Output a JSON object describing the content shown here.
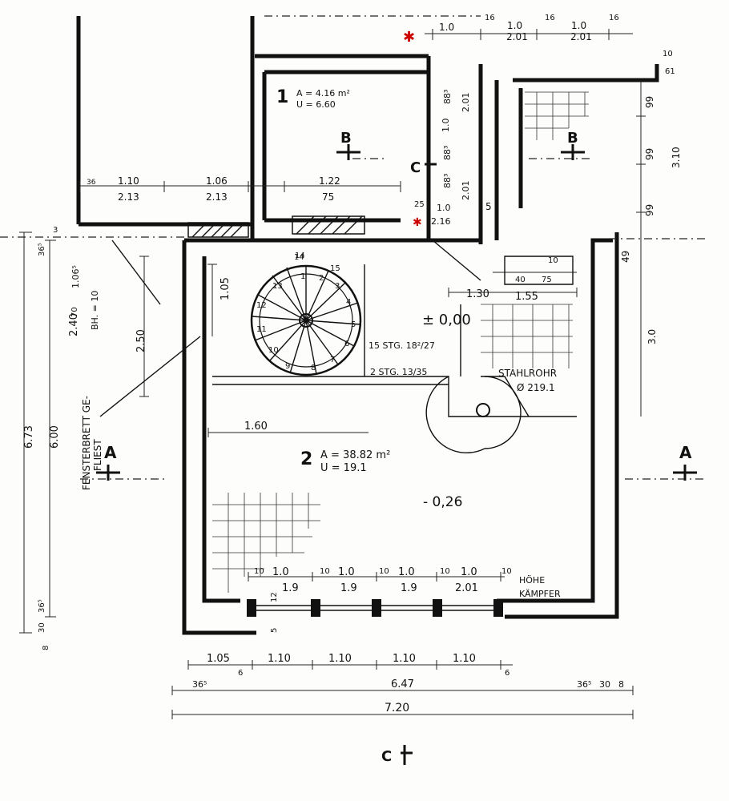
{
  "rooms": {
    "room1": {
      "number": "1",
      "area": "A = 4.16 m²",
      "perimeter": "U = 6.60"
    },
    "room2": {
      "number": "2",
      "area": "A = 38.82 m²",
      "perimeter": "U = 19.1"
    }
  },
  "levels": {
    "floor": "± 0,00",
    "lower": "- 0,26"
  },
  "stair": {
    "spiral": "15 STG. 18²/27",
    "steps": "2 STG. 13/35",
    "numbers": [
      "1",
      "2",
      "3",
      "4",
      "5",
      "6",
      "7",
      "8",
      "9",
      "10",
      "11",
      "12",
      "13",
      "14",
      "15"
    ]
  },
  "annotations": {
    "steel_pipe_1": "STAHLROHR",
    "steel_pipe_2": "Ø 219.1",
    "window_sill_1": "FENSTERBRETT GE-",
    "window_sill_2": "FLIEST",
    "height_1": "HÖHE",
    "height_2": "KÄMPFER",
    "parapet": "BH. = 10"
  },
  "sections": {
    "a": "A",
    "b": "B",
    "c": "C"
  },
  "dimensions": {
    "top_row": [
      "1.10",
      "2.13",
      "1.06",
      "2.13",
      "1.22",
      "75",
      "36"
    ],
    "top_right": [
      "16",
      "1.0",
      "2.01",
      "1.0",
      "2.01",
      "1.0",
      "16",
      "16",
      "10"
    ],
    "right_col": [
      "99",
      "99",
      "99",
      "3.10",
      "49",
      "3.0",
      "5",
      "61"
    ],
    "left_col": [
      "6.73",
      "6.00",
      "2.40",
      "2.50",
      "1.06⁵",
      "36⁵",
      "36⁵",
      "30",
      "8",
      "70",
      "3"
    ],
    "inner": [
      "1.05",
      "1.60",
      "1.30",
      "1.55",
      "40",
      "75",
      "10",
      "14",
      "25",
      "2.16",
      "1.0",
      "2.01",
      "1.0",
      "88³",
      "88³",
      "88³",
      "2.01"
    ],
    "windows_top": [
      "10",
      "1.0",
      "1.9",
      "10",
      "1.0",
      "1.9",
      "10",
      "1.0",
      "1.9",
      "10",
      "1.0",
      "2.01",
      "10",
      "12",
      "5"
    ],
    "bottom_row1": [
      "1.05",
      "1.10",
      "1.10",
      "1.10",
      "1.10",
      "6",
      "6"
    ],
    "bottom_row2": [
      "36⁵",
      "6.47",
      "36⁵",
      "30",
      "8"
    ],
    "bottom_row3": [
      "7.20"
    ]
  }
}
